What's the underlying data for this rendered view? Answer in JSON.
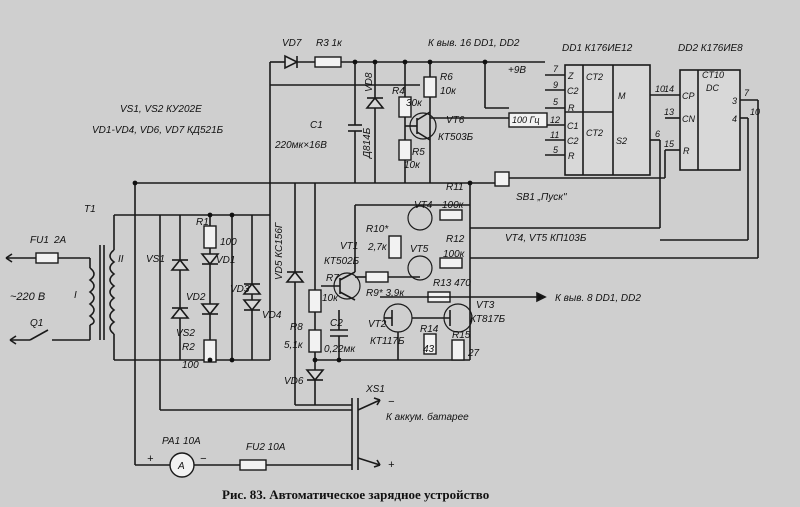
{
  "caption": "Рис. 83. Автоматическое зарядное устройство",
  "mains": {
    "voltage": "~220 В",
    "fuse": "FU1",
    "fuse_rating": "2A",
    "switch": "Q1"
  },
  "transformer": {
    "ref": "T1",
    "primary": "I",
    "secondary": "II"
  },
  "notes": {
    "thyristors": "VS1, VS2  КУ202Е",
    "diodes": "VD1-VD4, VD6, VD7  КД521Б",
    "mosfets": "VT4, VT5  КП103Б"
  },
  "labels": {
    "vd7": "VD7",
    "r3": "R3 1к",
    "out_top": "К выв. 16 DD1, DD2",
    "plus9": "+9В",
    "dd1": "DD1  К176ИЕ12",
    "dd2": "DD2  К176ИЕ8",
    "r4": "R4",
    "r4v": "30к",
    "r6": "R6",
    "r6v": "10к",
    "vt6": "VT6",
    "vt6t": "КТ503Б",
    "r5": "R5",
    "r5v": "10к",
    "c1": "C1",
    "c1v": "220мк×16В",
    "vd8": "VD8",
    "vd8t": "Д814Б",
    "hz": "100 Гц",
    "sb1": "SB1 „Пуск\"",
    "r1": "R1",
    "r1v": "100",
    "r2": "R2",
    "r2v": "100",
    "vs1": "VS1",
    "vs2": "VS2",
    "vd1": "VD1",
    "vd2": "VD2",
    "vd3": "VD3",
    "vd4": "VD4",
    "vd5": "VD5  КС156Г",
    "vd6": "VD6",
    "r10": "R10*",
    "r10v": "2,7к",
    "r11": "R11",
    "r11v": "100к",
    "r12": "R12",
    "r12v": "100к",
    "vt4": "VT4",
    "vt5": "VT5",
    "vt1": "VT1",
    "vt1t": "КТ502Б",
    "r7": "R7",
    "r7v": "10к",
    "r9": "R9* 3,9к",
    "r13": "R13 470",
    "out_mid": "К выв. 8  DD1, DD2",
    "vt3": "VT3",
    "vt3t": "КТ817Б",
    "vt2": "VT2",
    "vt2t": "КТ117Б",
    "r8": "R8",
    "r8v": "5,1к",
    "c2": "C2",
    "c2v": "0,22мк",
    "r14": "R14",
    "r14v": "43",
    "r15": "R15",
    "r15v": "27",
    "xs1": "XS1",
    "battery": "К аккум. батарее",
    "pa1": "PA1  10А",
    "fu2": "FU2  10А",
    "plus": "+",
    "minus": "−",
    "ammeter": "A",
    "ct2a": "CT2",
    "ct2b": "CT2",
    "ct10": "CT10",
    "dc": "DC",
    "pin_z": "Z",
    "pin_c2": "C2",
    "pin_r": "R",
    "pin_c1": "C1",
    "pin_cp": "CP",
    "pin_cn": "CN",
    "pin_m": "M",
    "pin_s2": "S2",
    "n7": "7",
    "n9": "9",
    "n5": "5",
    "n12": "12",
    "n11": "11",
    "n10": "10",
    "n6": "6",
    "n14": "14",
    "n13": "13",
    "n15": "15",
    "n3": "3",
    "n4": "4",
    "n7b": "7",
    "n10b": "10"
  }
}
